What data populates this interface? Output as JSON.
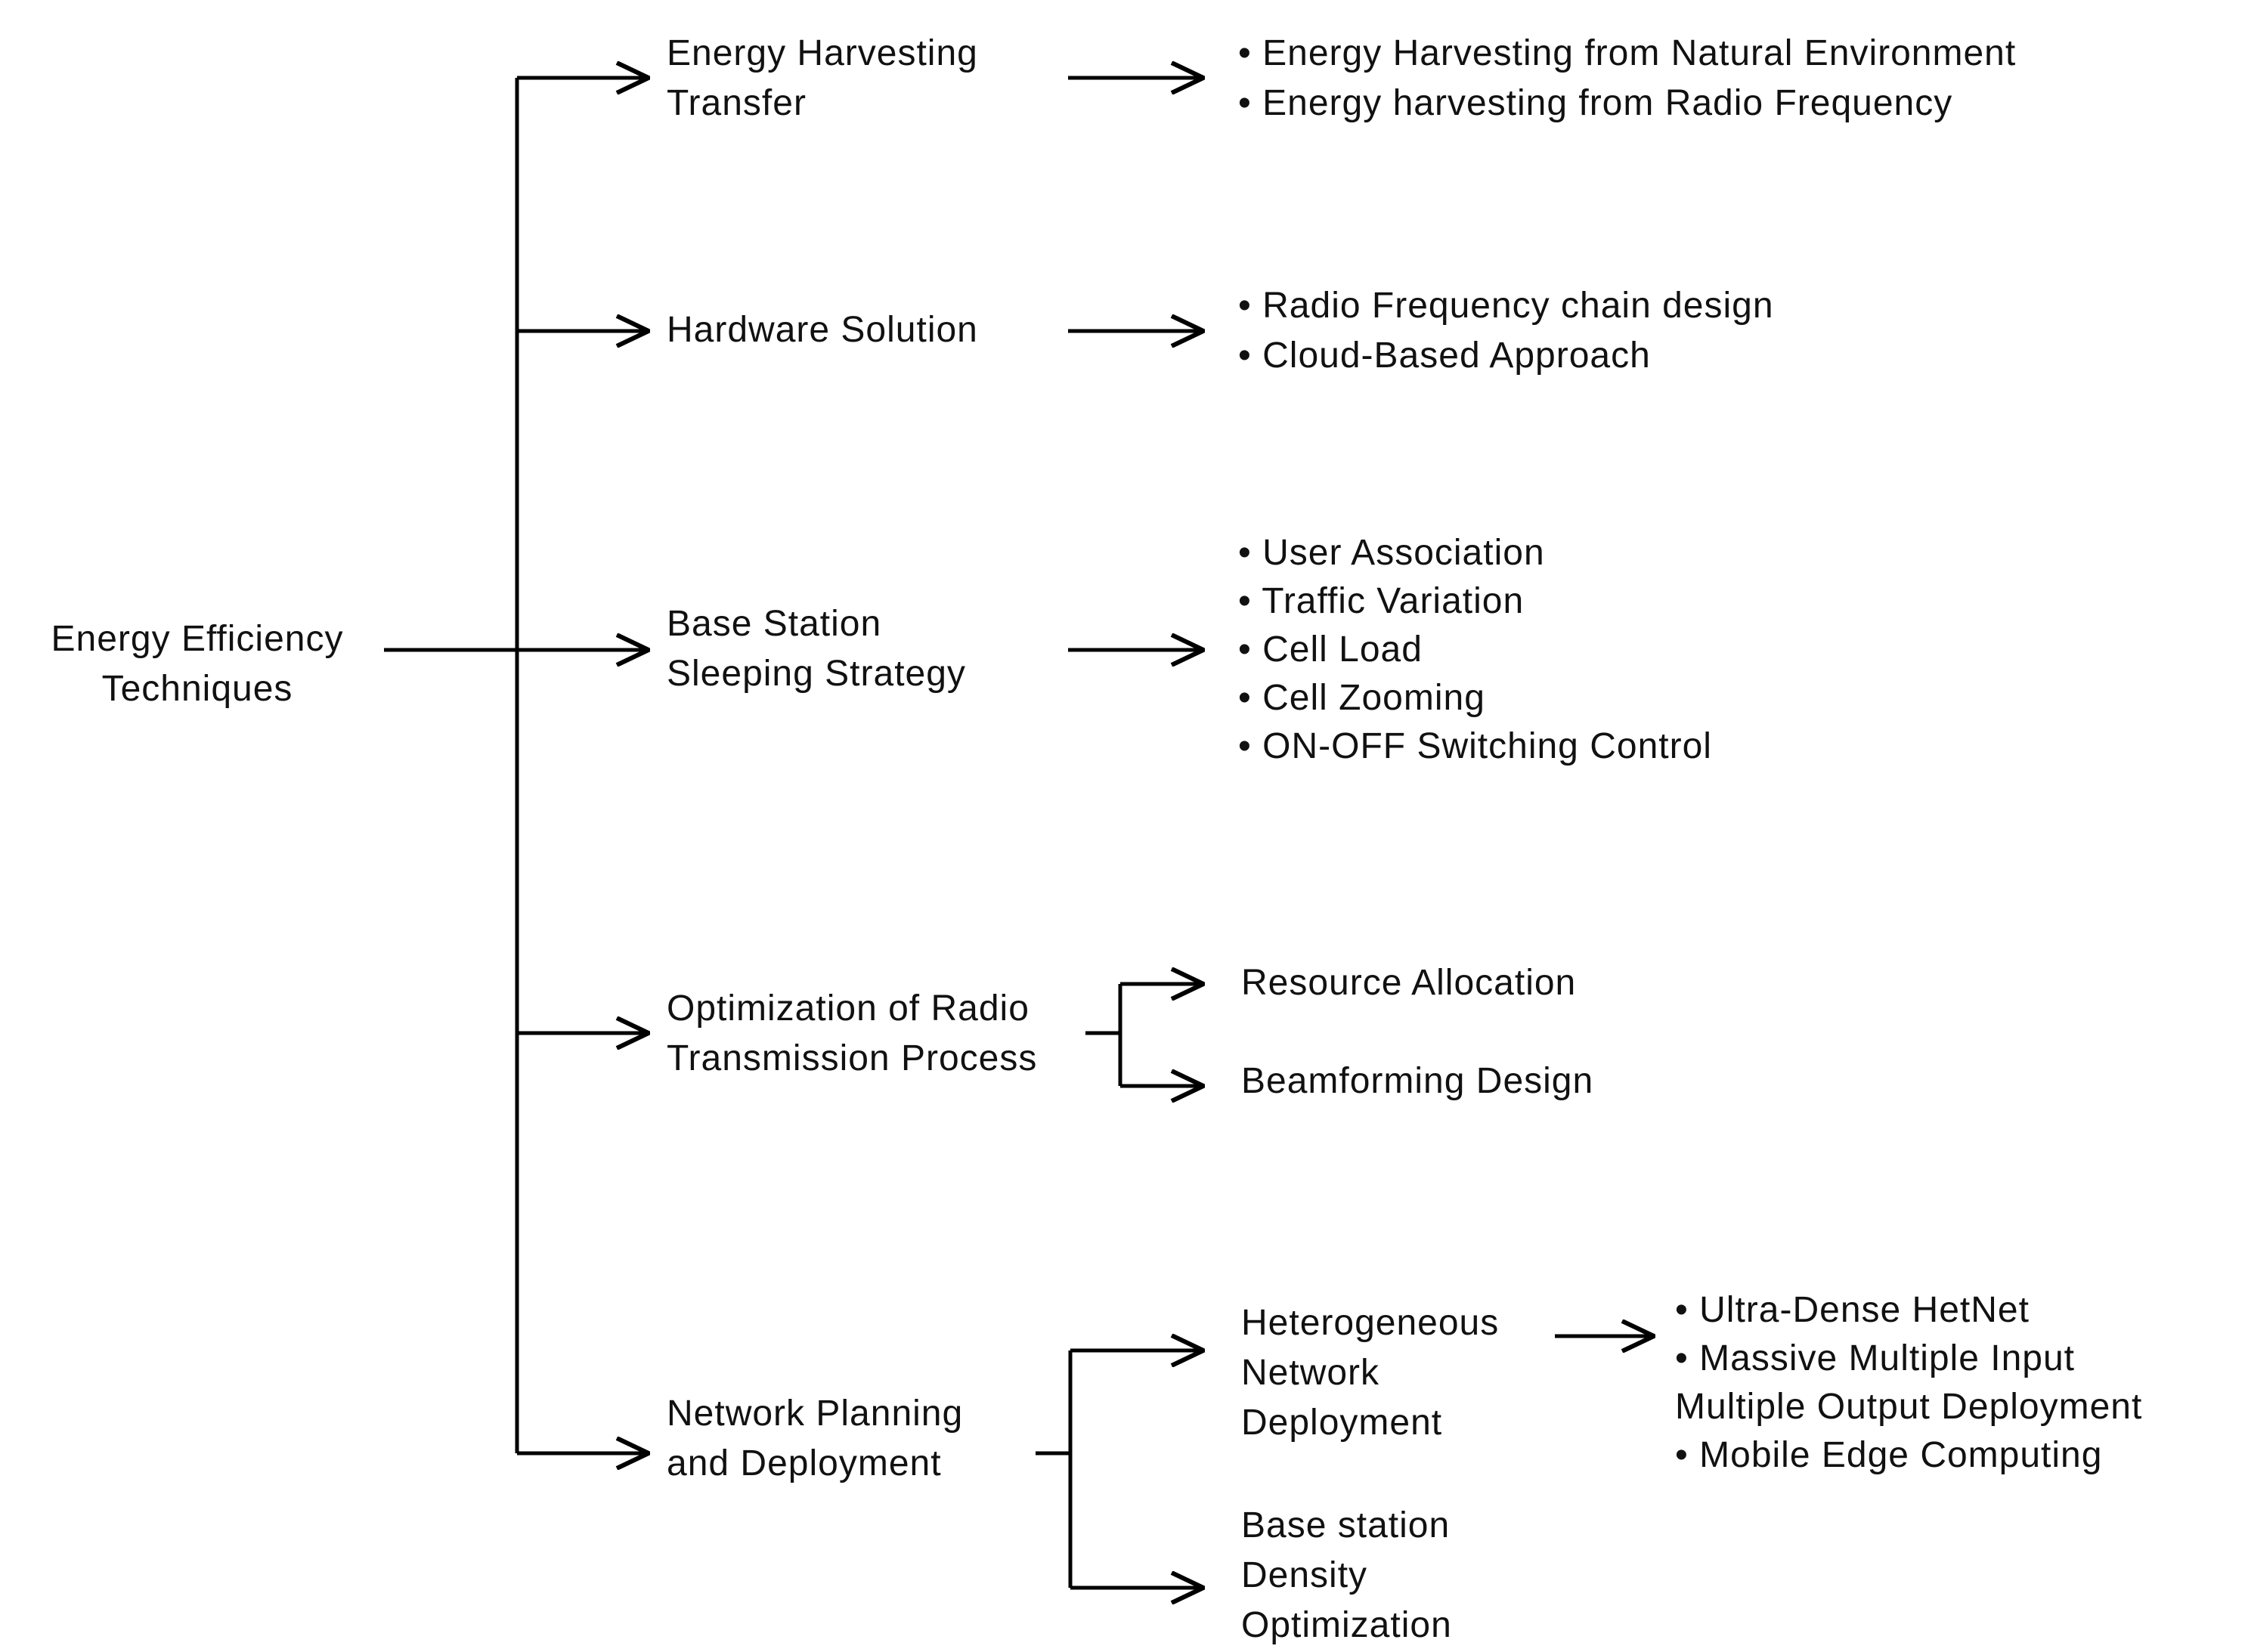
{
  "root": {
    "lines": [
      "Energy Efficiency",
      "Techniques"
    ]
  },
  "branches": [
    {
      "label": [
        "Energy Harvesting",
        "Transfer"
      ],
      "items": [
        "• Energy Harvesting from Natural Environment",
        "• Energy harvesting from Radio Frequency"
      ]
    },
    {
      "label": [
        "Hardware Solution"
      ],
      "items": [
        "• Radio Frequency chain design",
        "• Cloud-Based Approach"
      ]
    },
    {
      "label": [
        "Base Station",
        "Sleeping Strategy"
      ],
      "items": [
        "• User Association",
        "• Traffic Variation",
        "• Cell Load",
        "• Cell Zooming",
        "• ON-OFF Switching Control"
      ]
    },
    {
      "label": [
        "Optimization of Radio",
        "Transmission Process"
      ],
      "children": [
        "Resource Allocation",
        "Beamforming Design"
      ]
    },
    {
      "label": [
        "Network Planning",
        "and Deployment"
      ],
      "children": [
        {
          "label": [
            "Heterogeneous",
            "Network",
            "Deployment"
          ],
          "items": [
            "• Ultra-Dense HetNet",
            "• Massive Multiple Input",
            "Multiple Output  Deployment",
            "• Mobile Edge Computing"
          ]
        },
        {
          "label": [
            "Base station",
            "Density",
            "Optimization"
          ]
        }
      ]
    }
  ]
}
